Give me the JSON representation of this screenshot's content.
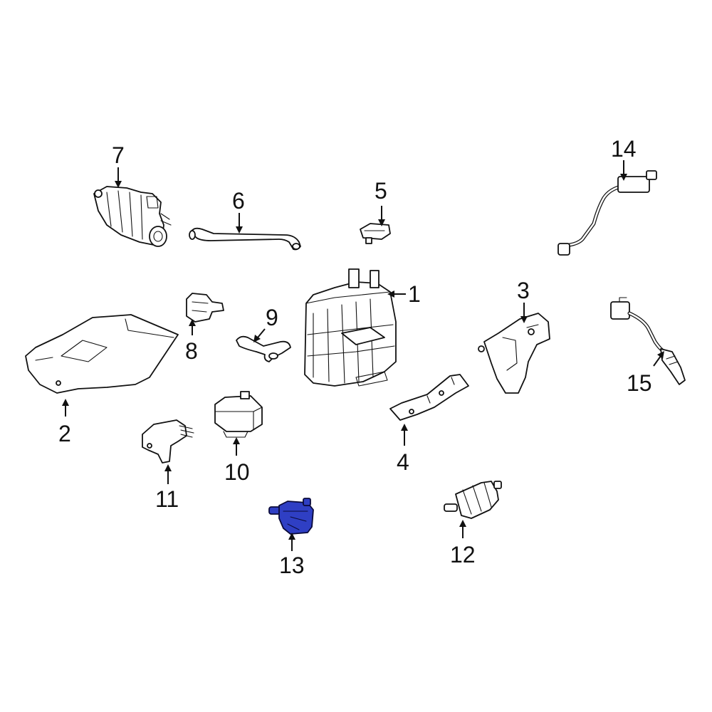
{
  "diagram": {
    "highlight_color": "#2f3fc4",
    "line_color": "#111111",
    "background": "#ffffff",
    "highlighted_part": "13",
    "callouts": [
      {
        "id": "c1",
        "label": "1"
      },
      {
        "id": "c2",
        "label": "2"
      },
      {
        "id": "c3",
        "label": "3"
      },
      {
        "id": "c4",
        "label": "4"
      },
      {
        "id": "c5",
        "label": "5"
      },
      {
        "id": "c6",
        "label": "6"
      },
      {
        "id": "c7",
        "label": "7"
      },
      {
        "id": "c8",
        "label": "8"
      },
      {
        "id": "c9",
        "label": "9"
      },
      {
        "id": "c10",
        "label": "10"
      },
      {
        "id": "c11",
        "label": "11"
      },
      {
        "id": "c12",
        "label": "12"
      },
      {
        "id": "c13",
        "label": "13"
      },
      {
        "id": "c14",
        "label": "14"
      },
      {
        "id": "c15",
        "label": "15"
      }
    ]
  }
}
